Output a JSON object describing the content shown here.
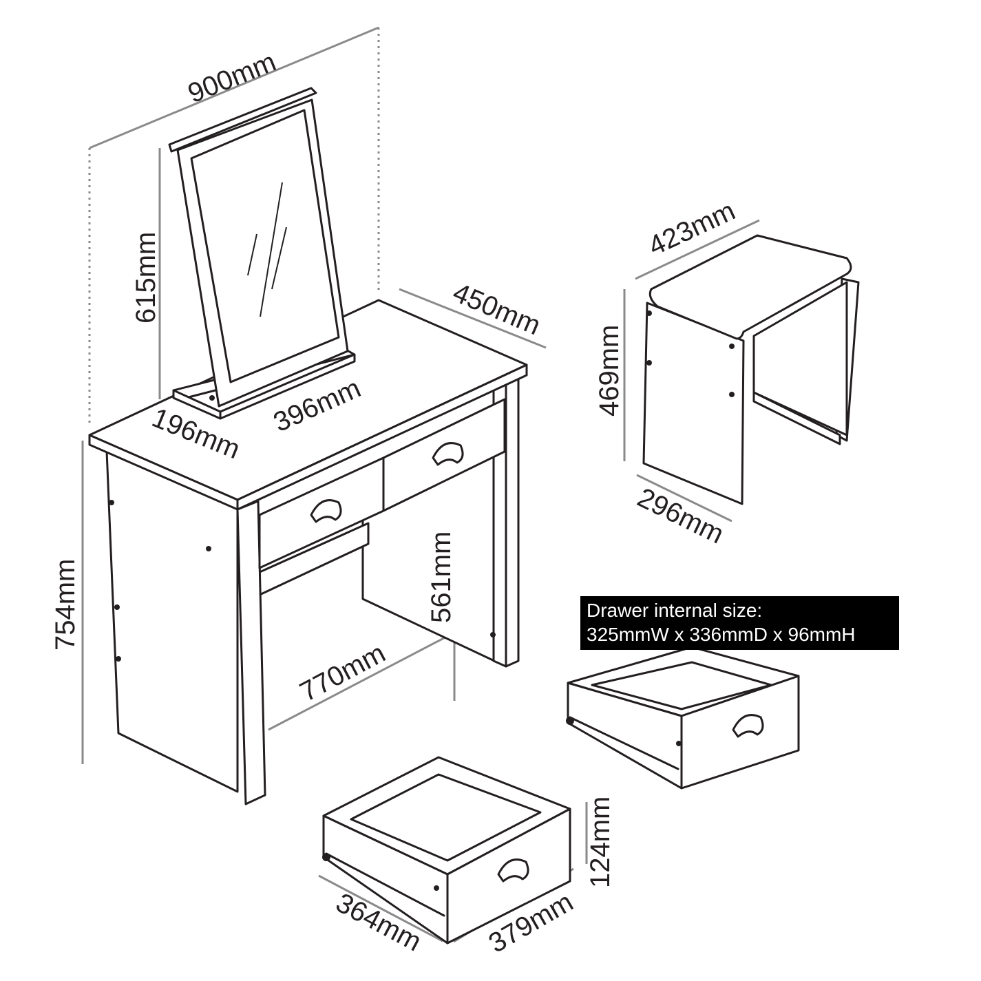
{
  "dimensions": {
    "overall_width": "900mm",
    "mirror_height": "615mm",
    "table_depth": "450mm",
    "mirror_base_depth": "196mm",
    "mirror_base_width": "396mm",
    "table_height": "754mm",
    "leg_gap_height": "561mm",
    "leg_gap_width": "770mm",
    "stool_width": "423mm",
    "stool_height": "469mm",
    "stool_depth": "296mm",
    "drawer_height": "124mm",
    "drawer_depth": "364mm",
    "drawer_width": "379mm"
  },
  "note": {
    "line1": "Drawer internal size:",
    "line2": "325mmW x 336mmD x 96mmH"
  },
  "colors": {
    "outline": "#231f20",
    "dimension_line": "#8a8a8a",
    "note_background": "#000000",
    "note_text": "#ffffff"
  }
}
